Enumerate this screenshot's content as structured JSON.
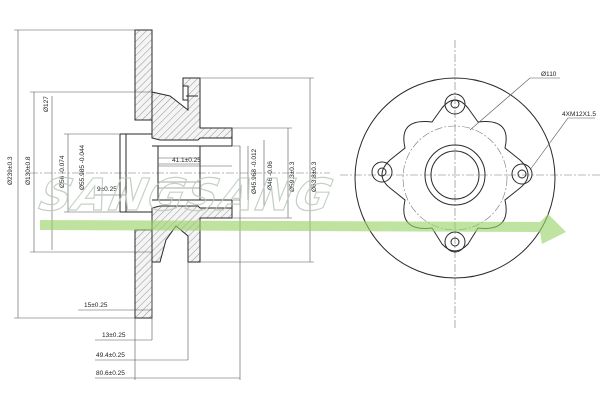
{
  "watermark": {
    "text": "SANGSANG",
    "color": "#9bd36a"
  },
  "dimensions": {
    "outer_dia": "Ø239±0.3",
    "pilot_dia": "Ø130±0.8",
    "bore_127": "Ø127",
    "bore_56": "Ø56 -0.074",
    "bore_55": "Ø55.985 -0.044",
    "bearing_width": "41.1±0.25",
    "offset_9": "9±0.25",
    "inner_45": "Ø45.968 -0.012",
    "inner_46": "Ø46 -0.06",
    "hub_59": "Ø59.3±0.3",
    "hub_63": "Ø63.8±0.3",
    "thickness_15": "15±0.25",
    "dist_13": "13±0.25",
    "dist_49": "49.4±0.25",
    "dist_80": "80.6±0.25",
    "pcd": "Ø110",
    "bolts": "4XM12X1.5"
  }
}
